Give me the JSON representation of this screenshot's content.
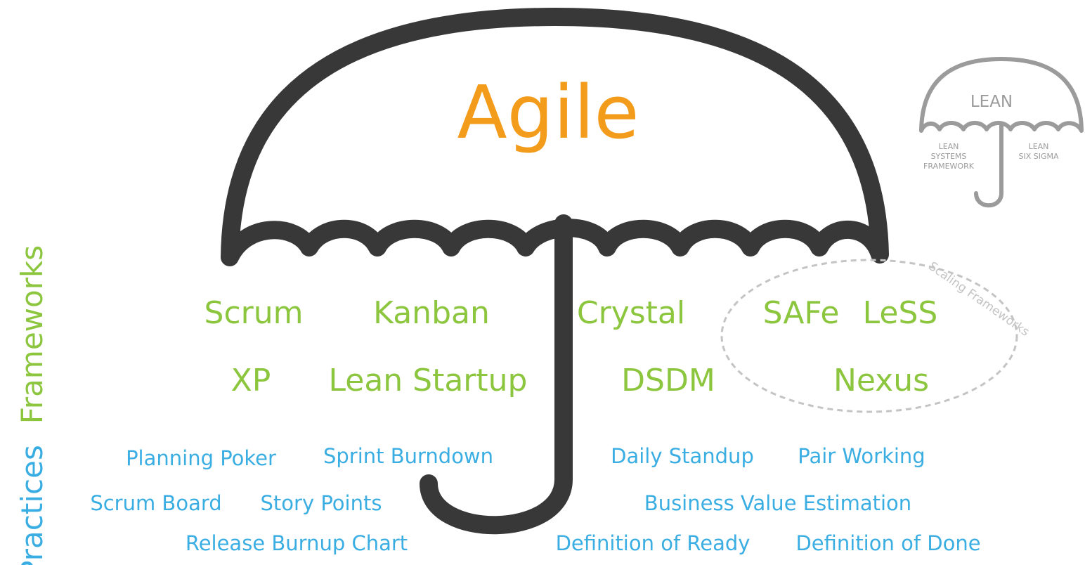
{
  "colors": {
    "umbrella": "#383838",
    "agile": "#f39c1b",
    "frameworks": "#8cc63e",
    "practices": "#3aaee2",
    "lean": "#9b9b9b",
    "scaling": "#c4c4c4"
  },
  "title": "Agile",
  "side_labels": {
    "frameworks": "Frameworks",
    "practices": "Practices"
  },
  "frameworks": {
    "scrum": "Scrum",
    "kanban": "Kanban",
    "crystal": "Crystal",
    "safe": "SAFe",
    "less": "LeSS",
    "xp": "XP",
    "lean_startup": "Lean Startup",
    "dsdm": "DSDM",
    "nexus": "Nexus"
  },
  "scaling_label": "Scaling Frameworks",
  "practices": {
    "planning_poker": "Planning Poker",
    "sprint_burndown": "Sprint Burndown",
    "daily_standup": "Daily Standup",
    "pair_working": "Pair Working",
    "scrum_board": "Scrum Board",
    "story_points": "Story Points",
    "business_value_estimation": "Business Value Estimation",
    "release_burnup_chart": "Release Burnup Chart",
    "definition_of_ready": "Definition of Ready",
    "definition_of_done": "Definition of Done"
  },
  "lean": {
    "title": "LEAN",
    "left_line1": "LEAN",
    "left_line2": "SYSTEMS",
    "left_line3": "FRAMEWORK",
    "right_line1": "LEAN",
    "right_line2": "SIX SIGMA"
  }
}
